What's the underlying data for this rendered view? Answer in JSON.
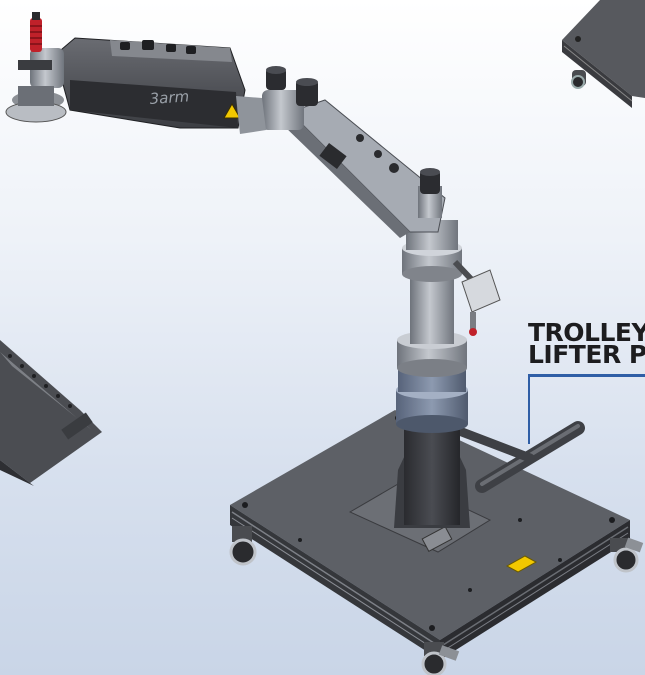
{
  "arm_logo": "3arm",
  "callout": {
    "line1": "TROLLEY",
    "line2": "LIFTER P"
  },
  "colors": {
    "leader_line": "#2f5ea6",
    "body_dark": "#3a3a3e",
    "body_metal": "#9ea3ab",
    "warning_yellow": "#f2c800",
    "grip_red": "#c0212a"
  }
}
